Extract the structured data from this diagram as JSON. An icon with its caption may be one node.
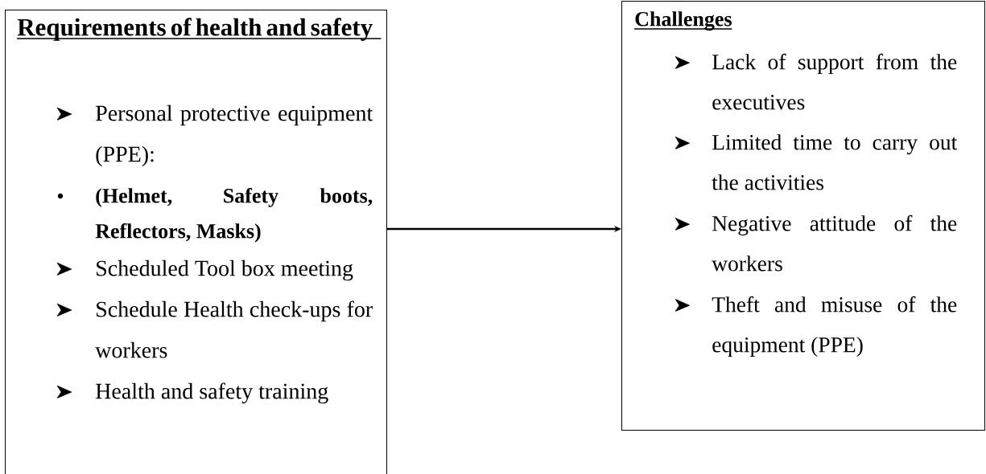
{
  "diagram": {
    "nodes": [
      {
        "text": [
          "Requirements of health and safety",
          "Personal protective equipment (PPE):",
          "(Helmet, Safety boots, Reflectors, Masks)",
          "Scheduled Tool box meeting",
          "Schedule Health check-ups for workers",
          "Health and safety training"
        ]
      },
      {
        "text": [
          "Challenges",
          "Lack of support from the executives",
          "Limited time to carry out the activities",
          "Negative attitude of the workers",
          "Theft and misuse of the equipment (PPE)"
        ]
      }
    ],
    "edges": [
      {
        "from": 0,
        "to": 1,
        "arrow": "to"
      }
    ]
  }
}
